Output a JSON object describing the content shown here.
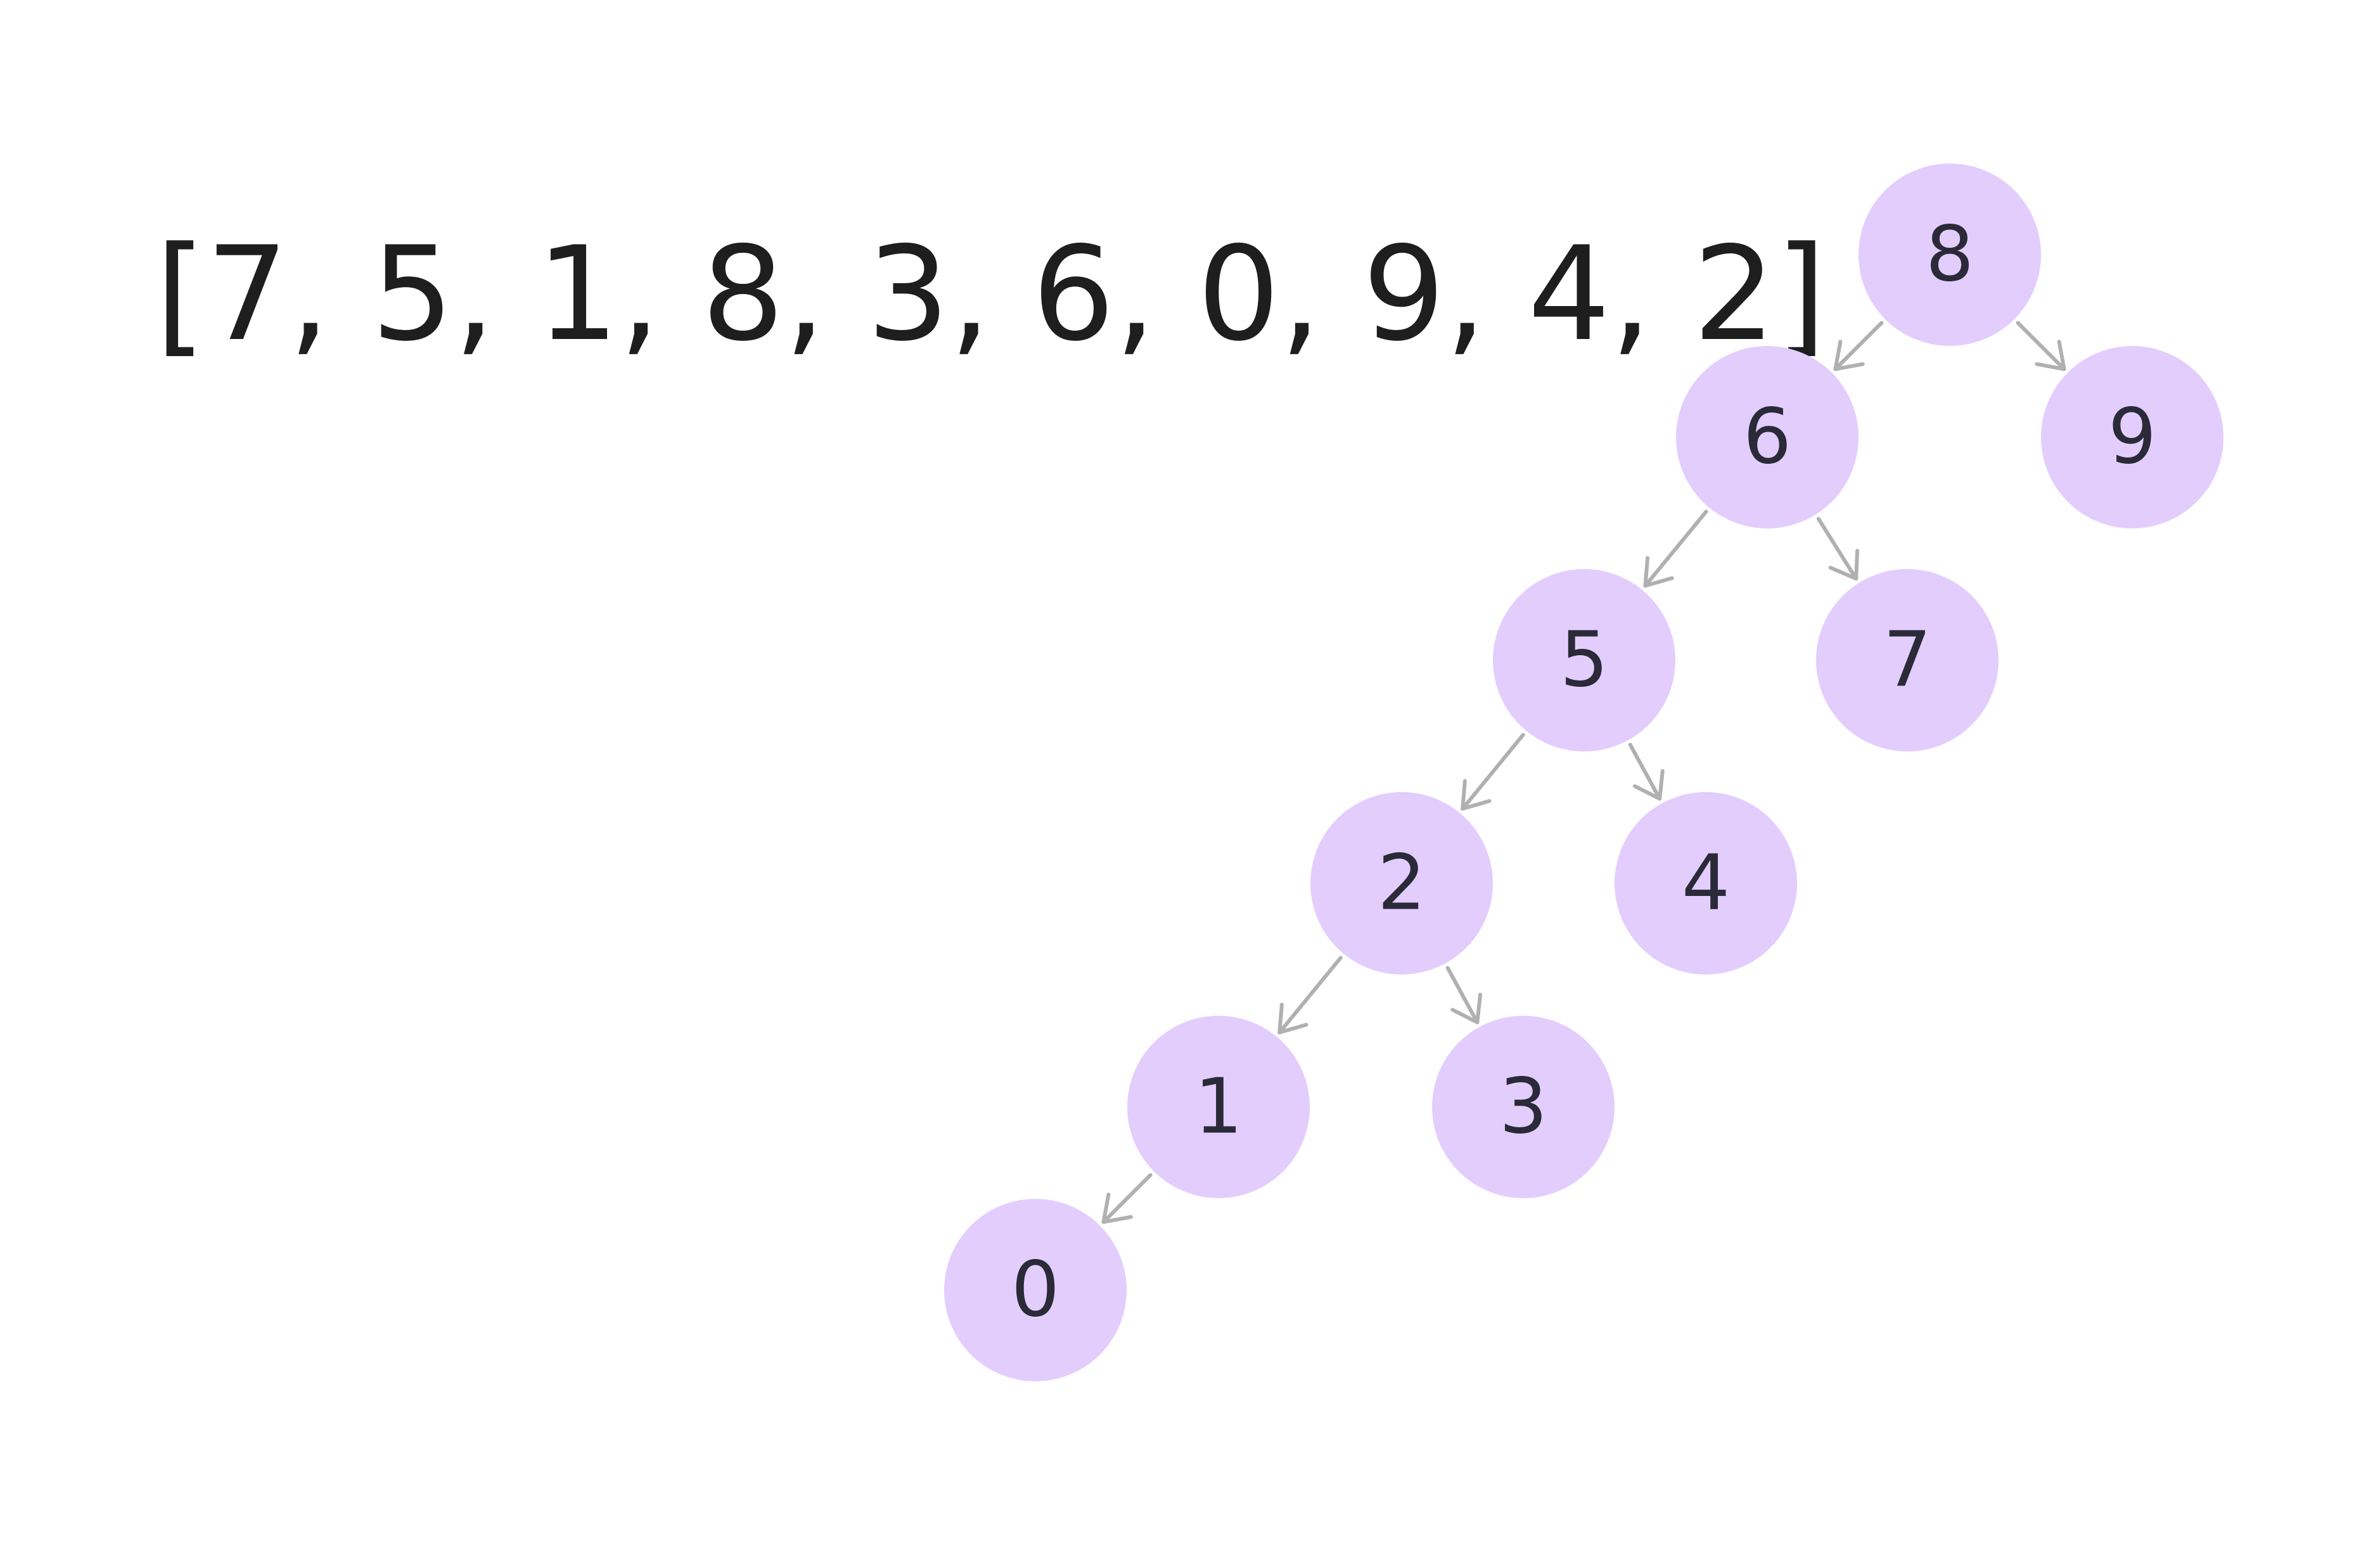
{
  "array_label": "[7, 5, 1, 8, 3, 6, 0, 9, 4, 2]",
  "colors": {
    "node_fill": "#e3cdfd",
    "node_text": "#2a2a38",
    "edge": "#b0b0b0",
    "array_text": "#1e1e1e",
    "background": "#ffffff"
  },
  "tree": {
    "nodes": [
      {
        "id": "n8",
        "label": "8"
      },
      {
        "id": "n6",
        "label": "6"
      },
      {
        "id": "n9",
        "label": "9"
      },
      {
        "id": "n5",
        "label": "5"
      },
      {
        "id": "n7",
        "label": "7"
      },
      {
        "id": "n2",
        "label": "2"
      },
      {
        "id": "n4",
        "label": "4"
      },
      {
        "id": "n1",
        "label": "1"
      },
      {
        "id": "n3",
        "label": "3"
      },
      {
        "id": "n0",
        "label": "0"
      }
    ],
    "edges": [
      {
        "from": "n8",
        "to": "n6"
      },
      {
        "from": "n8",
        "to": "n9"
      },
      {
        "from": "n6",
        "to": "n5"
      },
      {
        "from": "n6",
        "to": "n7"
      },
      {
        "from": "n5",
        "to": "n2"
      },
      {
        "from": "n5",
        "to": "n4"
      },
      {
        "from": "n2",
        "to": "n1"
      },
      {
        "from": "n2",
        "to": "n3"
      },
      {
        "from": "n1",
        "to": "n0"
      }
    ]
  }
}
